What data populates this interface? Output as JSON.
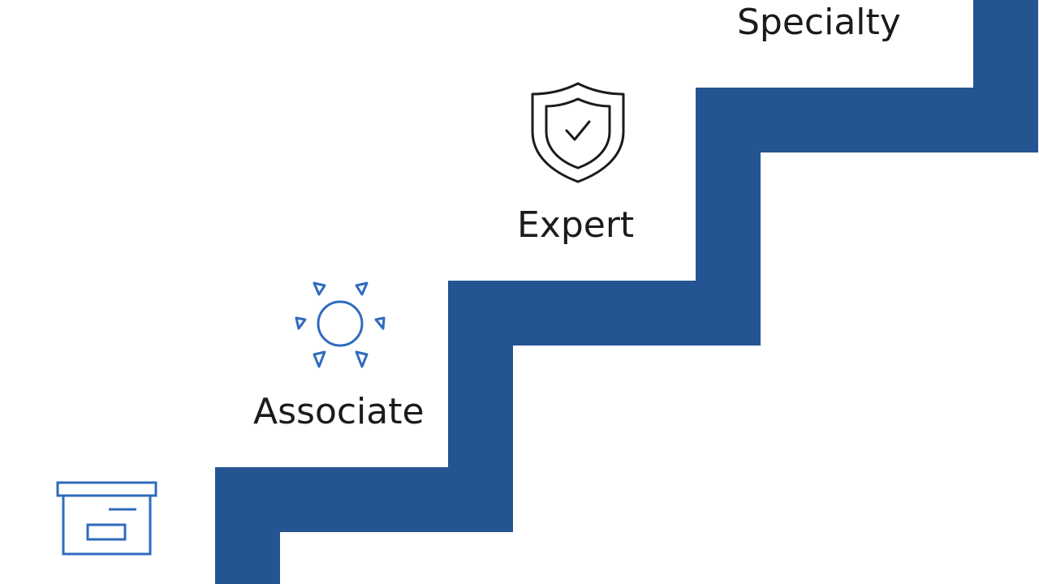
{
  "diagram": {
    "levels": [
      {
        "id": "fundamentals",
        "label": "",
        "icon": "box-icon"
      },
      {
        "id": "associate",
        "label": "Associate",
        "icon": "sun-icon"
      },
      {
        "id": "expert",
        "label": "Expert",
        "icon": "shield-check-icon"
      },
      {
        "id": "specialty",
        "label": "Specialty",
        "icon": ""
      }
    ]
  },
  "colors": {
    "stair": "#245592",
    "text": "#1b1b1b",
    "icon_blue": "#2f6bbd",
    "icon_dark": "#1b1b1b",
    "background": "#ffffff"
  }
}
